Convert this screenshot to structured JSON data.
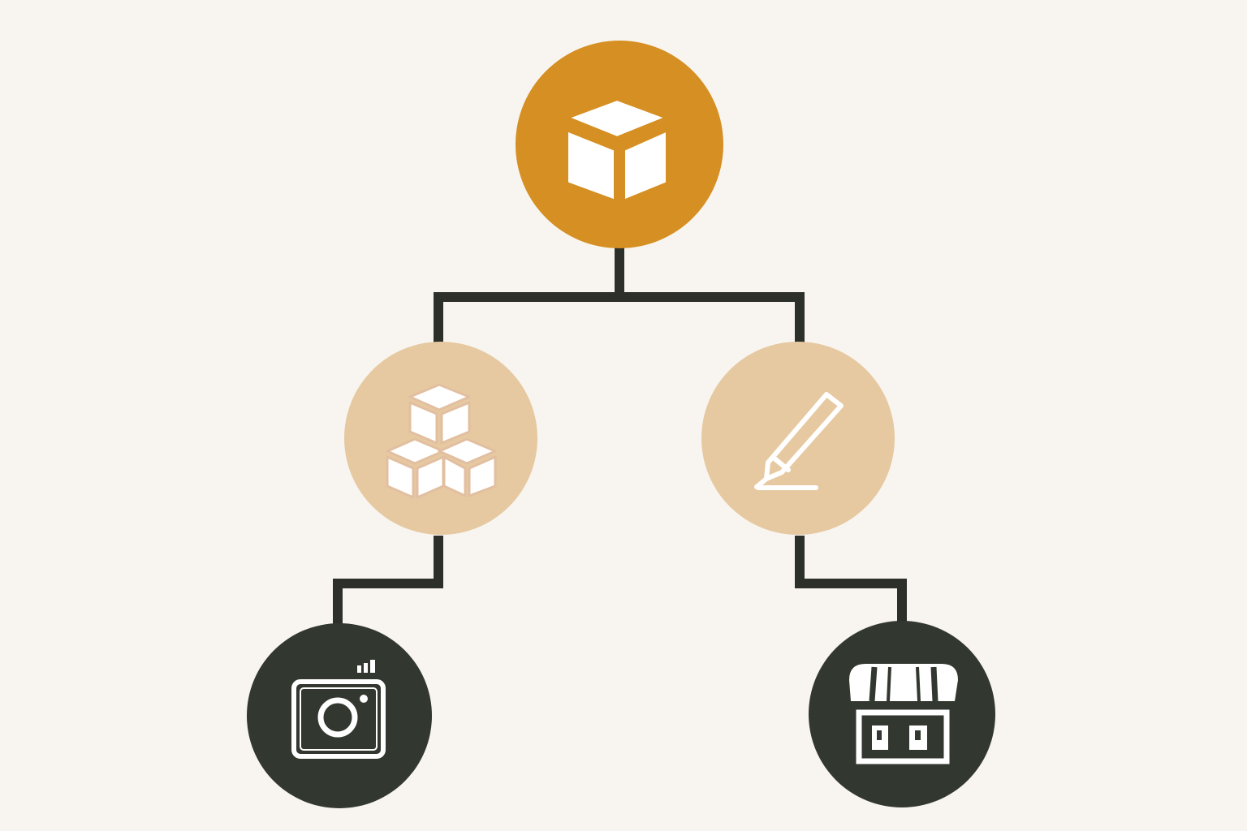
{
  "diagram": {
    "colors": {
      "background": "#f8f5f0",
      "connector": "#2d2f2a",
      "root_fill": "#d58f22",
      "middle_fill": "#e6c9a1",
      "leaf_fill": "#32372f",
      "icon": "#ffffff",
      "icon_outline_light": "#e2bfa0"
    },
    "nodes": [
      {
        "id": "root",
        "level": "root",
        "icon": "cube-icon"
      },
      {
        "id": "middle-left",
        "level": "middle",
        "icon": "stacked-cubes-icon"
      },
      {
        "id": "middle-right",
        "level": "middle",
        "icon": "pencil-icon"
      },
      {
        "id": "leaf-left",
        "level": "leaf",
        "icon": "camera-icon"
      },
      {
        "id": "leaf-right",
        "level": "leaf",
        "icon": "storefront-icon"
      }
    ],
    "edges": [
      {
        "from": "root",
        "to": "middle-left"
      },
      {
        "from": "root",
        "to": "middle-right"
      },
      {
        "from": "middle-left",
        "to": "leaf-left"
      },
      {
        "from": "middle-right",
        "to": "leaf-right"
      }
    ]
  }
}
